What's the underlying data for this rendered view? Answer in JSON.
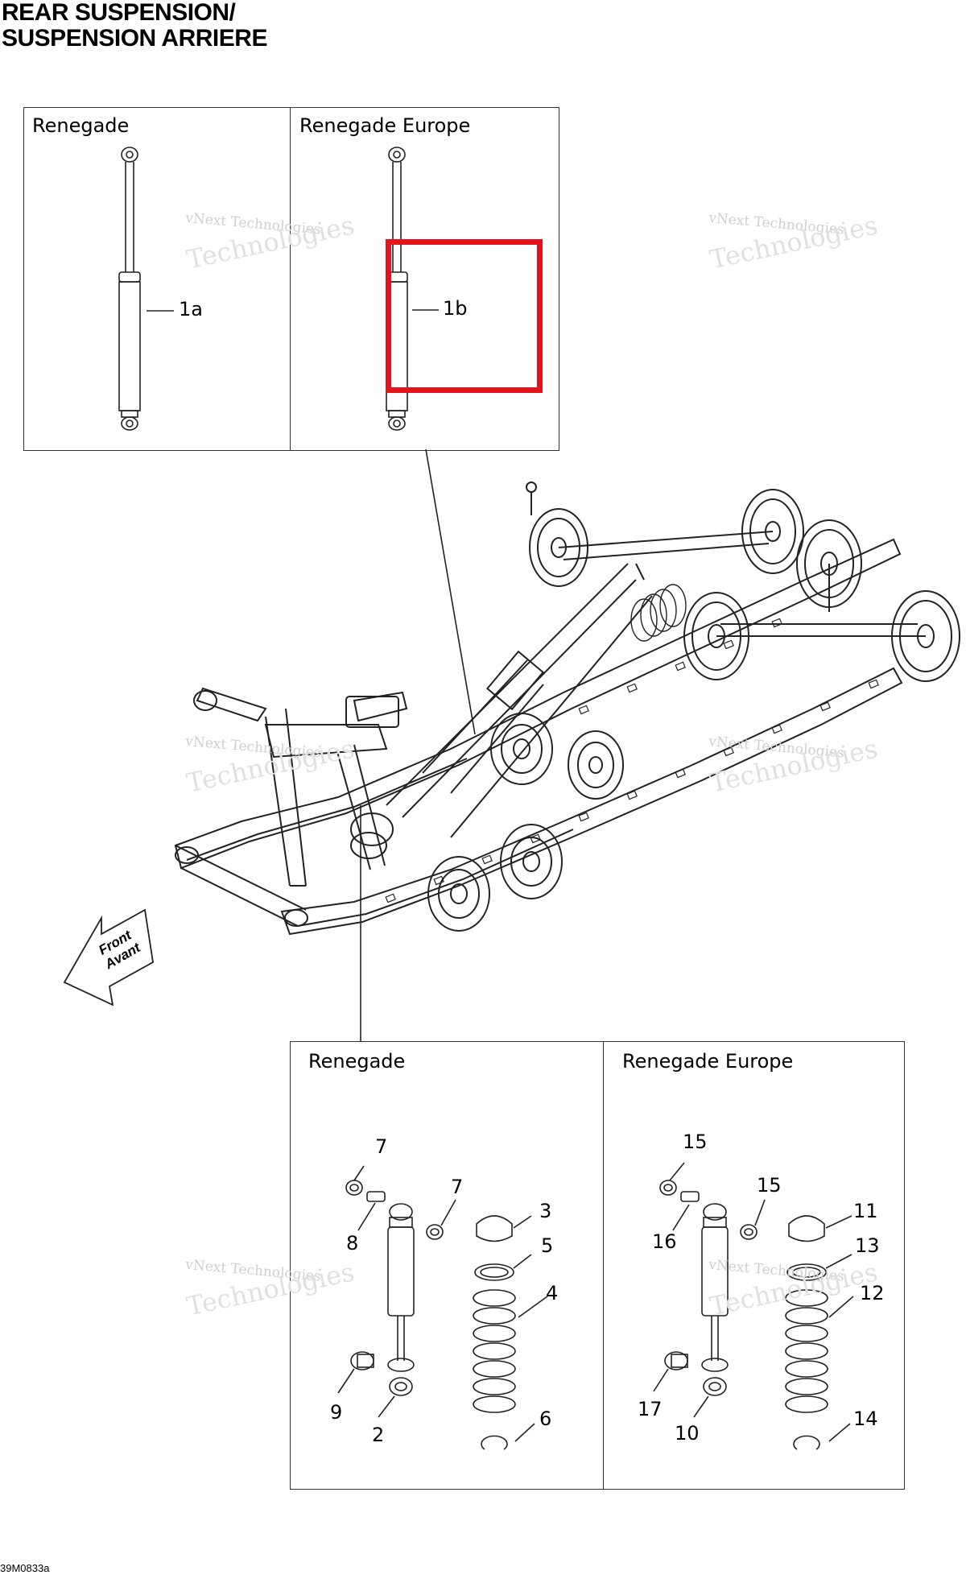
{
  "title": {
    "line1": "REAR SUSPENSION/",
    "line2": "SUSPENSION ARRIERE"
  },
  "top_panel": {
    "left_label": "Renegade",
    "right_label": "Renegade Europe",
    "callouts": [
      "1a",
      "1b"
    ]
  },
  "bottom_panel": {
    "left_label": "Renegade",
    "right_label": "Renegade Europe",
    "left_callouts": [
      "7",
      "7",
      "8",
      "3",
      "5",
      "4",
      "9",
      "2",
      "6"
    ],
    "right_callouts": [
      "15",
      "15",
      "16",
      "11",
      "13",
      "12",
      "17",
      "10",
      "14"
    ]
  },
  "direction_arrow": {
    "line1": "Front",
    "line2": "Avant"
  },
  "watermark": {
    "line1": "vNext Technologies",
    "line2": "Technologies"
  },
  "drawing_code": "39M0833a",
  "highlight_color": "#e3121b"
}
